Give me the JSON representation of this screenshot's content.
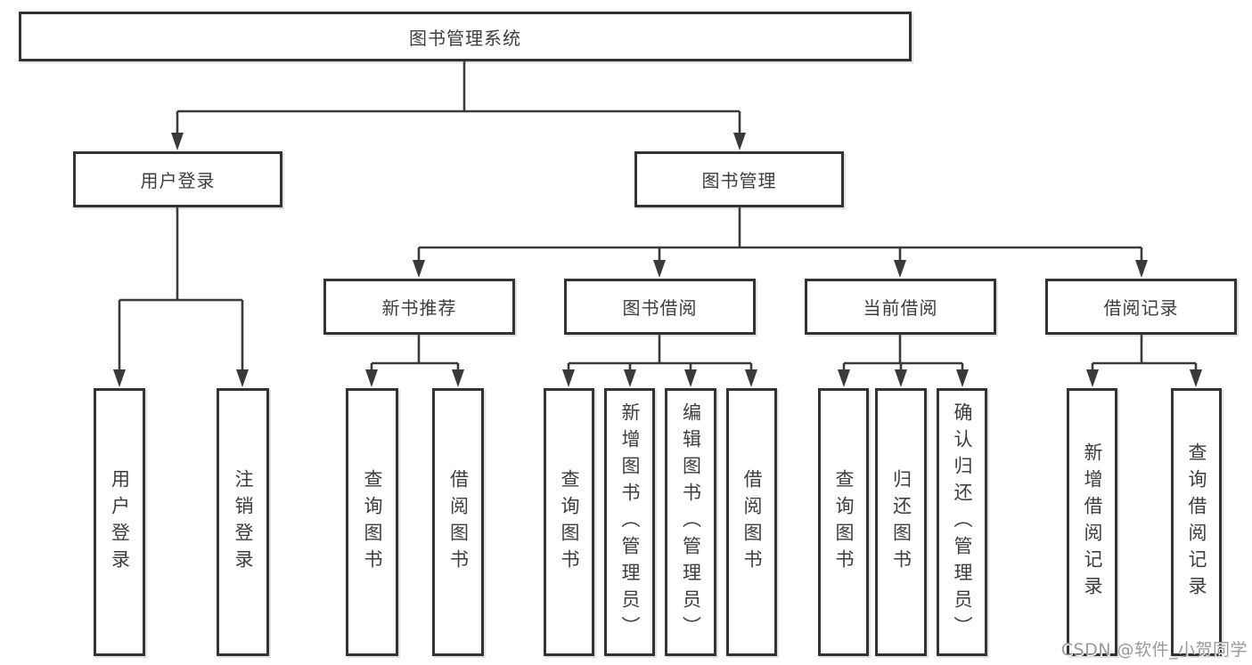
{
  "tree": {
    "label": "图书管理系统",
    "children": [
      {
        "label": "用户登录",
        "children": [
          {
            "label": "用户登录"
          },
          {
            "label": "注销登录"
          }
        ]
      },
      {
        "label": "图书管理",
        "children": [
          {
            "label": "新书推荐",
            "children": [
              {
                "label": "查询图书"
              },
              {
                "label": "借阅图书"
              }
            ]
          },
          {
            "label": "图书借阅",
            "children": [
              {
                "label": "查询图书"
              },
              {
                "label": "新增图书（管理员）"
              },
              {
                "label": "编辑图书（管理员）"
              },
              {
                "label": "借阅图书"
              }
            ]
          },
          {
            "label": "当前借阅",
            "children": [
              {
                "label": "查询图书"
              },
              {
                "label": "归还图书"
              },
              {
                "label": "确认归还（管理员）"
              }
            ]
          },
          {
            "label": "借阅记录",
            "children": [
              {
                "label": "新增借阅记录"
              },
              {
                "label": "查询借阅记录"
              }
            ]
          }
        ]
      }
    ]
  },
  "watermark": {
    "text": "CSDN @软件_小贺同学"
  },
  "colors": {
    "line": "#3a3a3a",
    "box_border": "#333333",
    "text": "#3d3d3d",
    "watermark": "#9a9a9a",
    "background": "#ffffff"
  }
}
